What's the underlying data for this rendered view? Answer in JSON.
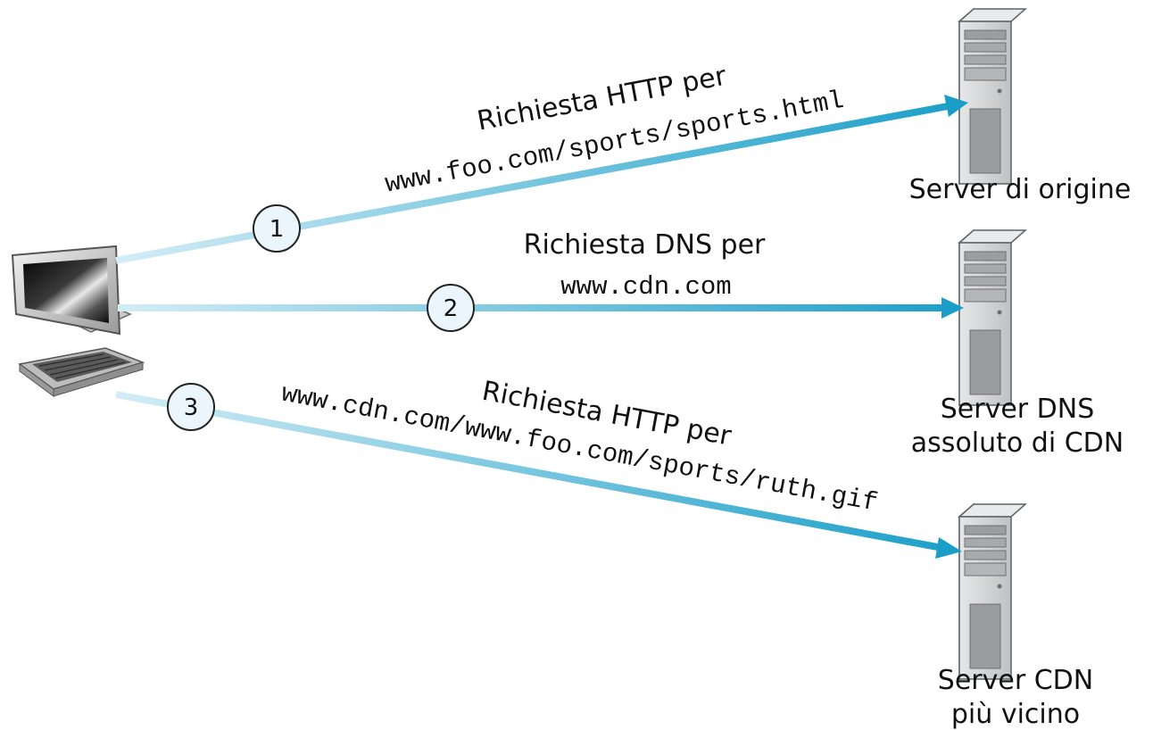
{
  "servers": {
    "origin": {
      "label": "Server di origine"
    },
    "dns": {
      "label_line1": "Server DNS",
      "label_line2": "assoluto di CDN"
    },
    "cdn": {
      "label_line1": "Server CDN",
      "label_line2": "più vicino"
    }
  },
  "requests": [
    {
      "step": "1",
      "title": "Richiesta HTTP per",
      "url": "www.foo.com/sports/sports.html"
    },
    {
      "step": "2",
      "title": "Richiesta DNS per",
      "url": "www.cdn.com"
    },
    {
      "step": "3",
      "title": "Richiesta HTTP per",
      "url": "www.cdn.com/www.foo.com/sports/ruth.gif"
    }
  ],
  "colors": {
    "arrow_start": "#cde9f3",
    "arrow_end": "#1a9ec8",
    "step_circle_fill": "#eaf6fb",
    "server_body": "#c9cacc",
    "monitor_screen_dark": "#1a1a1a"
  },
  "icons": [
    "client-computer-icon",
    "server-tower-icon"
  ]
}
